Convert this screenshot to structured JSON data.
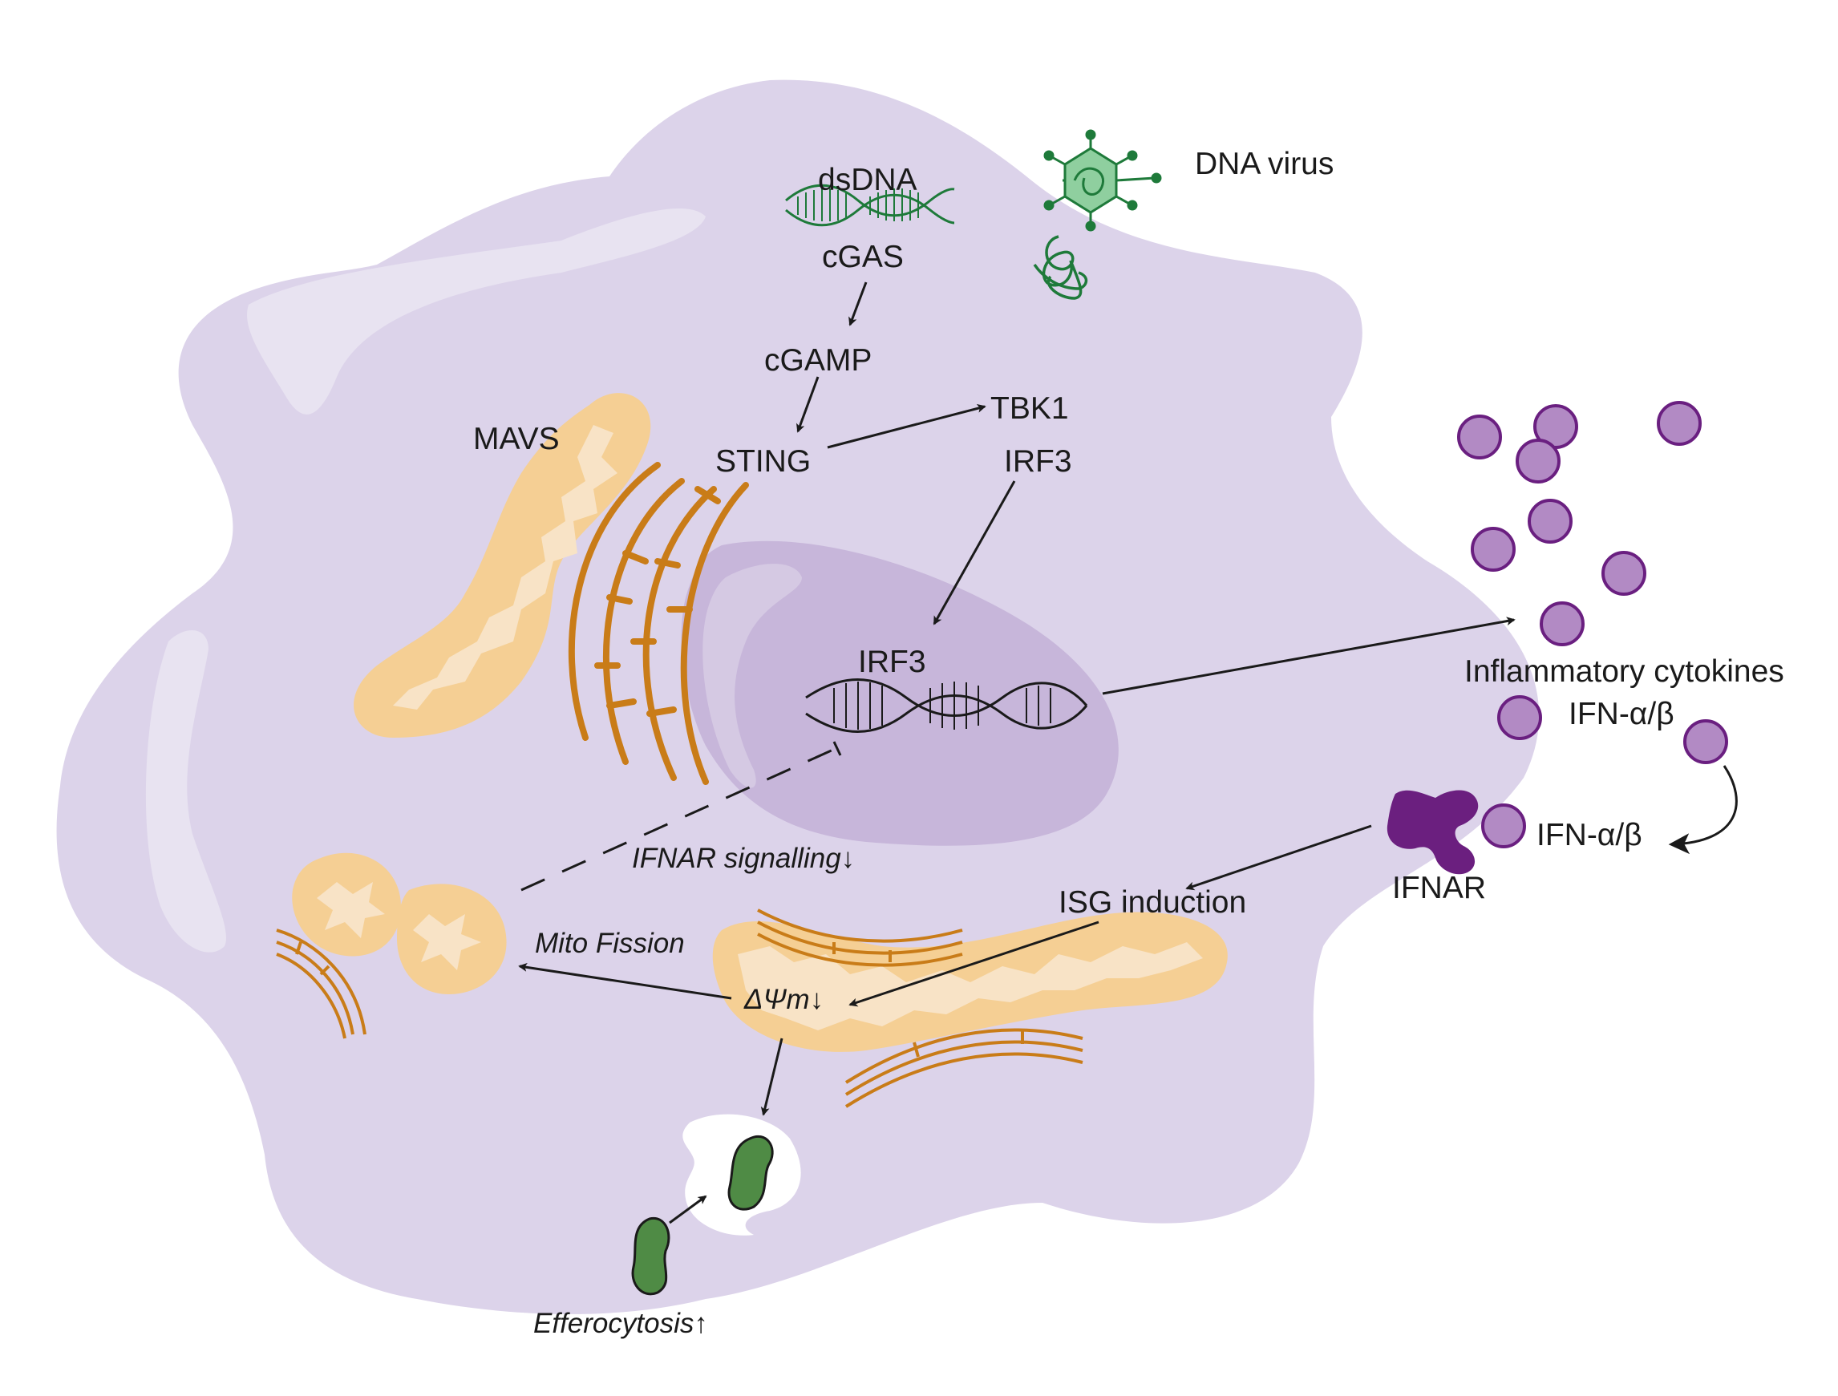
{
  "labels": {
    "dsdna": "dsDNA",
    "cgas": "cGAS",
    "cgamp": "cGAMP",
    "sting": "STING",
    "tbk1": "TBK1",
    "irf3_cyto": "IRF3",
    "irf3_nuc": "IRF3",
    "mavs": "MAVS",
    "dna_virus": "DNA virus",
    "inflammatory_cytokines": "Inflammatory cytokines",
    "ifn_secreted": "IFN-α/β",
    "ifn_bound": "IFN-α/β",
    "ifnar": "IFNAR",
    "ifnar_signalling": "IFNAR signalling↓",
    "isg_induction": "ISG induction",
    "mito_fission": "Mito Fission",
    "delta_psi": "ΔΨm↓",
    "efferocytosis": "Efferocytosis↑"
  },
  "colors": {
    "cell": "#dcd3ea",
    "cell_highlight": "#e8e3f1",
    "nucleus": "#c7b6da",
    "mitochondria": "#f5cf94",
    "mito_cristae": "#f8e3c6",
    "er": "#c97c18",
    "virus": "#1e7a3a",
    "cytokine_fill": "#b28ac4",
    "cytokine_stroke": "#6a1f80",
    "ifnar": "#6b1f7f",
    "apoptotic_cell": "#4f8b45",
    "arrow": "#1a1a1a"
  },
  "icons": [
    "dsdna-helix-icon",
    "dna-virus-icon",
    "viral-dna-icon",
    "cytokine-icon",
    "ifnar-receptor-icon",
    "apoptotic-cell-icon"
  ]
}
